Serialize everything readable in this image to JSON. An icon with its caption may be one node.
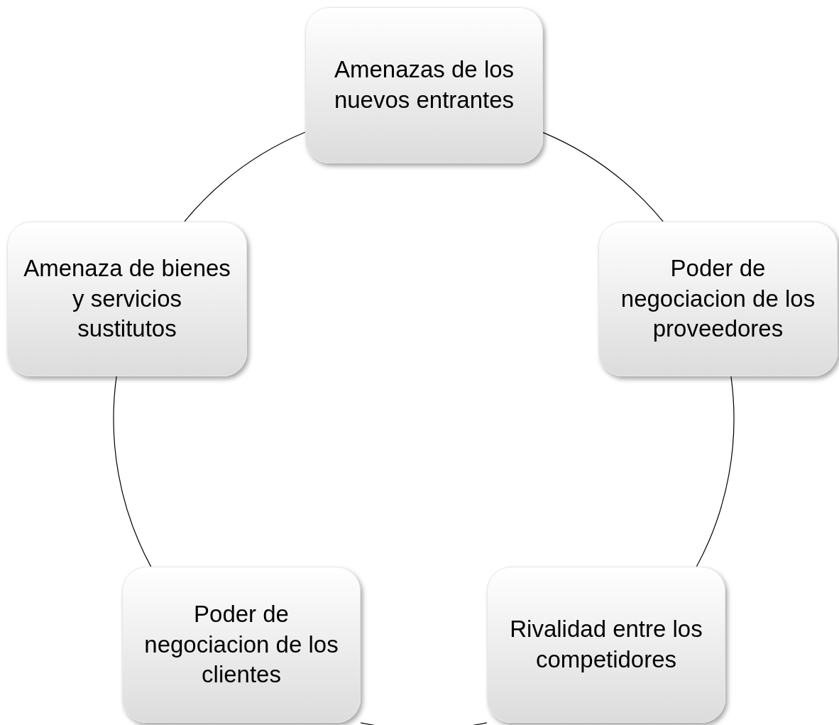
{
  "diagram": {
    "nodes": [
      {
        "text": [
          "Amenazas de los nuevos entrantes"
        ]
      },
      {
        "text": [
          "Amenaza de bienes y servicios sustitutos"
        ]
      },
      {
        "text": [
          "Poder de negociacion de los proveedores"
        ]
      },
      {
        "text": [
          "Poder de negociacion de los clientes"
        ]
      },
      {
        "text": [
          "Rivalidad entre los competidores"
        ]
      }
    ],
    "edges": [
      {
        "from": 0,
        "to": 2,
        "arrow": "none"
      },
      {
        "from": 2,
        "to": 4,
        "arrow": "none"
      },
      {
        "from": 4,
        "to": 3,
        "arrow": "none"
      },
      {
        "from": 3,
        "to": 1,
        "arrow": "none"
      },
      {
        "from": 1,
        "to": 0,
        "arrow": "none"
      }
    ]
  }
}
